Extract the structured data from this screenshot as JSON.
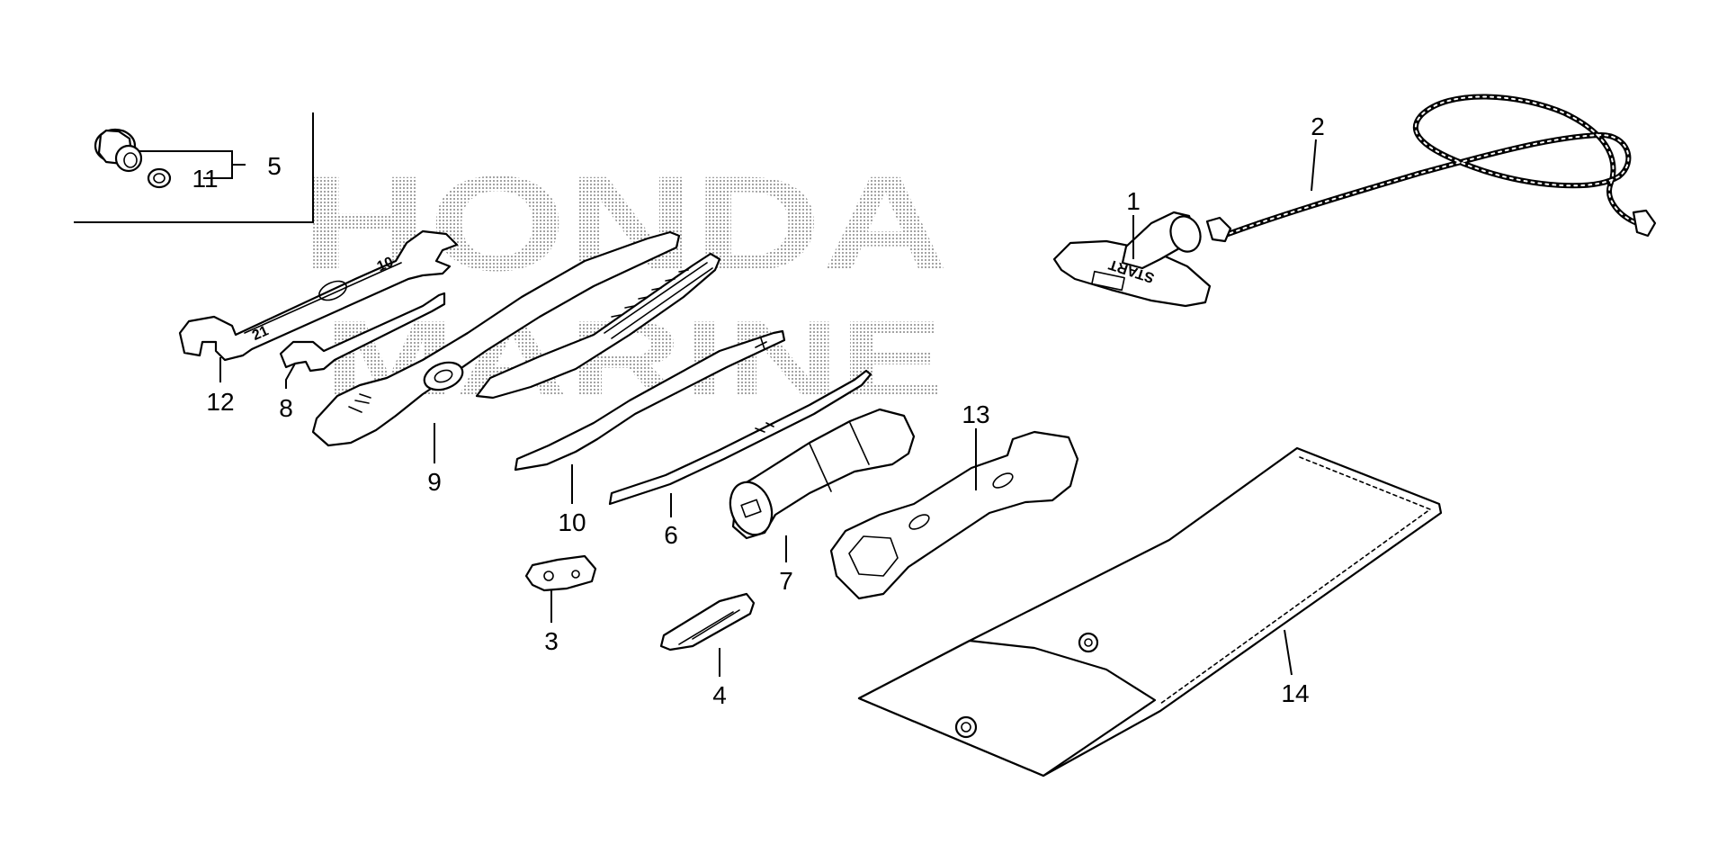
{
  "watermark": {
    "line1": "HONDA",
    "line2": "MARINE"
  },
  "callouts": [
    {
      "id": "1",
      "label": "1",
      "part": "start-grip"
    },
    {
      "id": "2",
      "label": "2",
      "part": "starter-rope"
    },
    {
      "id": "3",
      "label": "3",
      "part": "emergency-stop-clip"
    },
    {
      "id": "4",
      "label": "4",
      "part": "clip-holder"
    },
    {
      "id": "5",
      "label": "5",
      "part": "nut-and-washer-set"
    },
    {
      "id": "6",
      "label": "6",
      "part": "screwdriver"
    },
    {
      "id": "7",
      "label": "7",
      "part": "screwdriver-handle"
    },
    {
      "id": "8",
      "label": "8",
      "part": "open-end-wrench-small"
    },
    {
      "id": "9",
      "label": "9",
      "part": "pliers"
    },
    {
      "id": "10",
      "label": "10",
      "part": "screwdriver-grip"
    },
    {
      "id": "11",
      "label": "11",
      "part": "washer"
    },
    {
      "id": "12",
      "label": "12",
      "part": "open-end-wrench"
    },
    {
      "id": "13",
      "label": "13",
      "part": "plug-wrench"
    },
    {
      "id": "14",
      "label": "14",
      "part": "tool-bag"
    }
  ],
  "markings": {
    "grip_text": "START",
    "wrench_size_1": "21",
    "wrench_size_2": "10"
  },
  "colors": {
    "line": "#000000",
    "background": "#ffffff",
    "watermark": "#9a9a9a"
  }
}
